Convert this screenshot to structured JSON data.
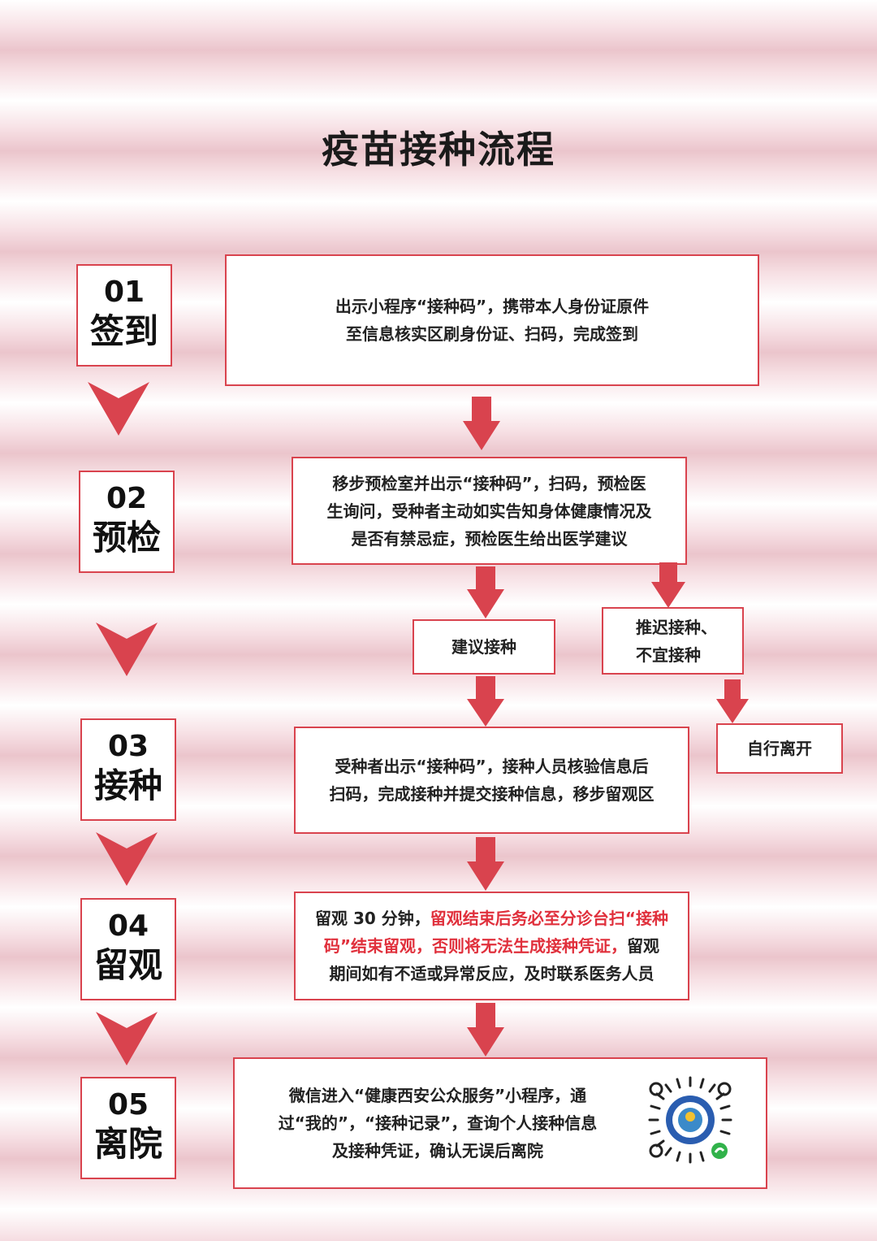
{
  "title": "疫苗接种流程",
  "steps": [
    {
      "num": "01",
      "name": "签到"
    },
    {
      "num": "02",
      "name": "预检"
    },
    {
      "num": "03",
      "name": "接种"
    },
    {
      "num": "04",
      "name": "留观"
    },
    {
      "num": "05",
      "name": "离院"
    }
  ],
  "boxes": {
    "checkin": [
      "出示小程序“接种码”，携带本人身份证原件",
      "至信息核实区刷身份证、扫码，完成签到"
    ],
    "precheck": [
      "移步预检室并出示“接种码”，扫码，预检医",
      "生询问，受种者主动如实告知身体健康情况及",
      "是否有禁忌症，预检医生给出医学建议"
    ],
    "recommend": "建议接种",
    "postpone": [
      "推迟接种、",
      "不宜接种"
    ],
    "leave_self": "自行离开",
    "vaccinate": [
      "受种者出示“接种码”，接种人员核验信息后",
      "扫码，完成接种并提交接种信息，移步留观区"
    ],
    "observe": {
      "line1_normal": "留观 30 分钟，",
      "line1_red": "留观结束后务必至分诊台扫“接种",
      "line2_red": "码”结束留观，否则将无法生成接种凭证，",
      "line2_normal": "留观",
      "line3": "期间如有不适或异常反应，及时联系医务人员"
    },
    "discharge": [
      "微信进入“健康西安公众服务”小程序，通",
      "过“我的”，“接种记录”，查询个人接种信息",
      "及接种凭证，确认无误后离院"
    ]
  },
  "colors": {
    "accent": "#d9434e",
    "arrow": "#d9434e",
    "text_red": "#e0303c"
  },
  "icons": {
    "chevron": "chevron-down-icon",
    "arrow": "arrow-down-icon",
    "qr": "qr-code-icon"
  }
}
